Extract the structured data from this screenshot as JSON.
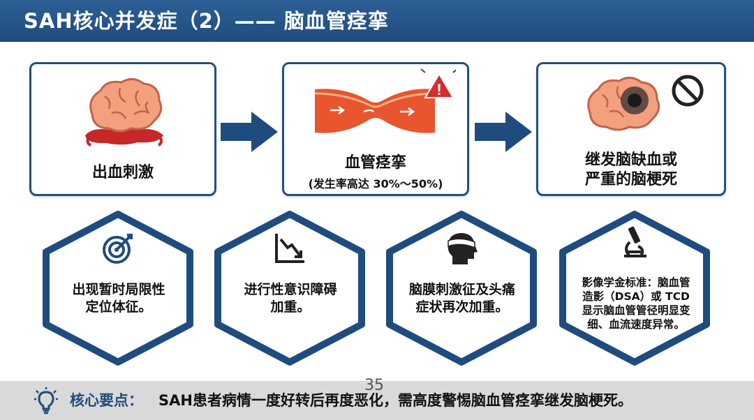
{
  "title": "SAH核心并发症（2）—— 脑血管痉挛",
  "flow": [
    {
      "label": "出血刺激",
      "icon": "brain-bleeding-icon"
    },
    {
      "label": "血管痉挛",
      "sublabel": "(发生率高达 30%～50%)",
      "icon": "narrowed-vessel-warning-icon"
    },
    {
      "label_line1": "继发脑缺血或",
      "label_line2": "严重的脑梗死",
      "icon": "brain-infarct-no-icon"
    }
  ],
  "symptoms": [
    {
      "line1": "出现暂时局限性",
      "line2": "定位体征。",
      "icon": "target-icon"
    },
    {
      "line1": "进行性意识障碍",
      "line2": "加重。",
      "icon": "decline-chart-icon"
    },
    {
      "line1": "脑膜刺激征及头痛",
      "line2": "症状再次加重。",
      "icon": "head-bandage-icon"
    },
    {
      "line1": "影像学金标准：脑血管",
      "line2": "造影（DSA）或 TCD",
      "line3": "显示脑血管管径明显变",
      "line4": "细、血流速度异常。",
      "icon": "microscope-icon"
    }
  ],
  "page_number": "35",
  "core": {
    "label": "核心要点：",
    "text": "SAH患者病情一度好转后再度恶化，需高度警惕脑血管痉挛继发脑梗死。",
    "icon": "lightbulb-icon"
  },
  "colors": {
    "navy": "#1f4c7e",
    "brain": "#f3a07e",
    "blood": "#d32f2f",
    "bar": "#d9d9d9"
  }
}
